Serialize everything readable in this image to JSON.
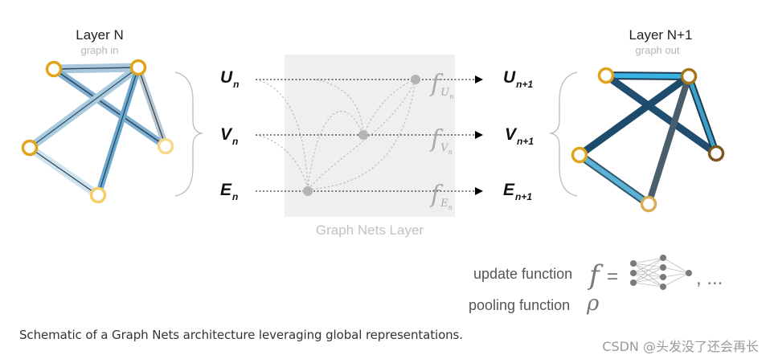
{
  "left_graph": {
    "title": "Layer N",
    "subtitle": "graph in"
  },
  "right_graph": {
    "title": "Layer N+1",
    "subtitle": "graph out"
  },
  "inputs": {
    "u": {
      "base": "U",
      "sub": "n"
    },
    "v": {
      "base": "V",
      "sub": "n"
    },
    "e": {
      "base": "E",
      "sub": "n"
    }
  },
  "outputs": {
    "u": {
      "base": "U",
      "sub": "n+1"
    },
    "v": {
      "base": "V",
      "sub": "n+1"
    },
    "e": {
      "base": "E",
      "sub": "n+1"
    }
  },
  "functions": {
    "fu": {
      "base": "f",
      "sub": "U",
      "subsub": "n"
    },
    "fv": {
      "base": "f",
      "sub": "V",
      "subsub": "n"
    },
    "fe": {
      "base": "f",
      "sub": "E",
      "subsub": "n"
    }
  },
  "layer_label": "Graph Nets Layer",
  "legend": {
    "update_label": "update function",
    "update_symbol": "f",
    "equals": "=",
    "ellipsis": ", ...",
    "pooling_label": "pooling function",
    "pooling_symbol": "ρ"
  },
  "caption": "Schematic of a Graph Nets architecture leveraging global representations.",
  "watermark": "CSDN @头发没了还会再长",
  "colors": {
    "node_gold": "#e0a41a",
    "node_light": "#f7d16e",
    "node_dark": "#8b6220",
    "edge_light_blue": "#9cc5de",
    "edge_blue": "#5fa3cb",
    "edge_dark": "#1f4c6e",
    "panel": "#efefef"
  }
}
